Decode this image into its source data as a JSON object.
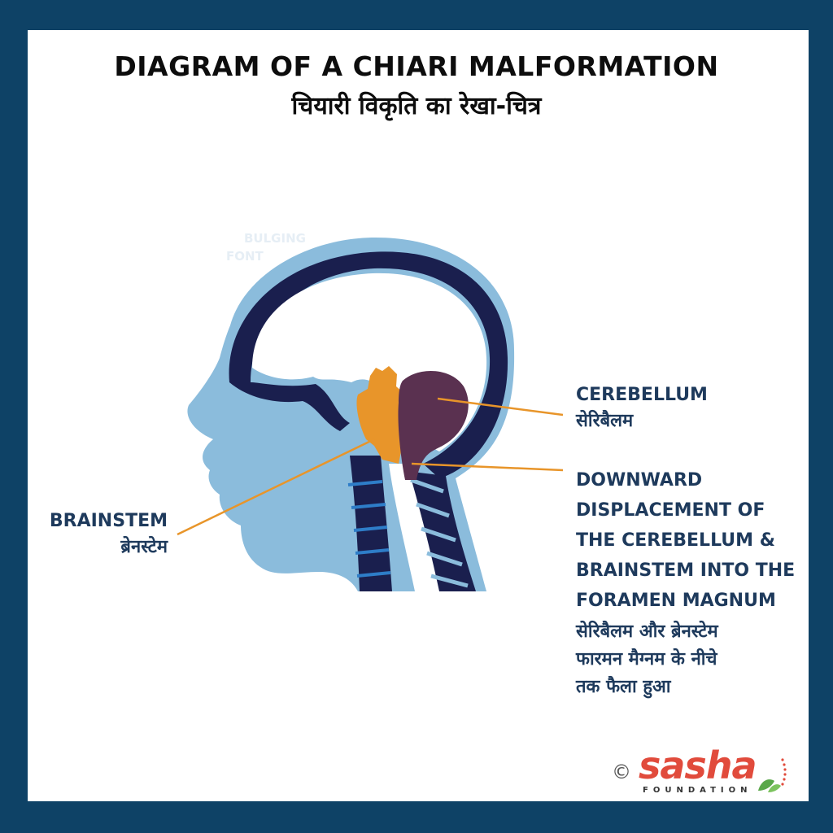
{
  "title": {
    "en": "DIAGRAM OF A CHIARI MALFORMATION",
    "hi": "चियारी विकृति का रेखा-चित्र"
  },
  "labels": {
    "cerebellum": {
      "en": "CEREBELLUM",
      "hi": "सेरिबैलम"
    },
    "brainstem": {
      "en": "BRAINSTEM",
      "hi": "ब्रेनस्टेम"
    },
    "displacement": {
      "en_lines": [
        "DOWNWARD",
        "DISPLACEMENT OF",
        "THE CEREBELLUM &",
        "BRAINSTEM INTO THE",
        "FORAMEN MAGNUM"
      ],
      "hi_lines": [
        "सेरिबैलम और ब्रेनस्टेम",
        "फारमन मैग्नम के नीचे",
        "तक फैला हुआ"
      ]
    }
  },
  "ghost_text": [
    "BULGING",
    "FONT"
  ],
  "logo": {
    "copyright": "©",
    "name": "sasha",
    "sub": "FOUNDATION"
  },
  "colors": {
    "frame": "#0e4266",
    "skin": "#8bbcdc",
    "skull": "#1a1f4e",
    "brainstem": "#e8952a",
    "cerebellum": "#5a3150",
    "label_text": "#1e3a5c",
    "leader": "#e8952a",
    "logo_red": "#e14b3c"
  }
}
